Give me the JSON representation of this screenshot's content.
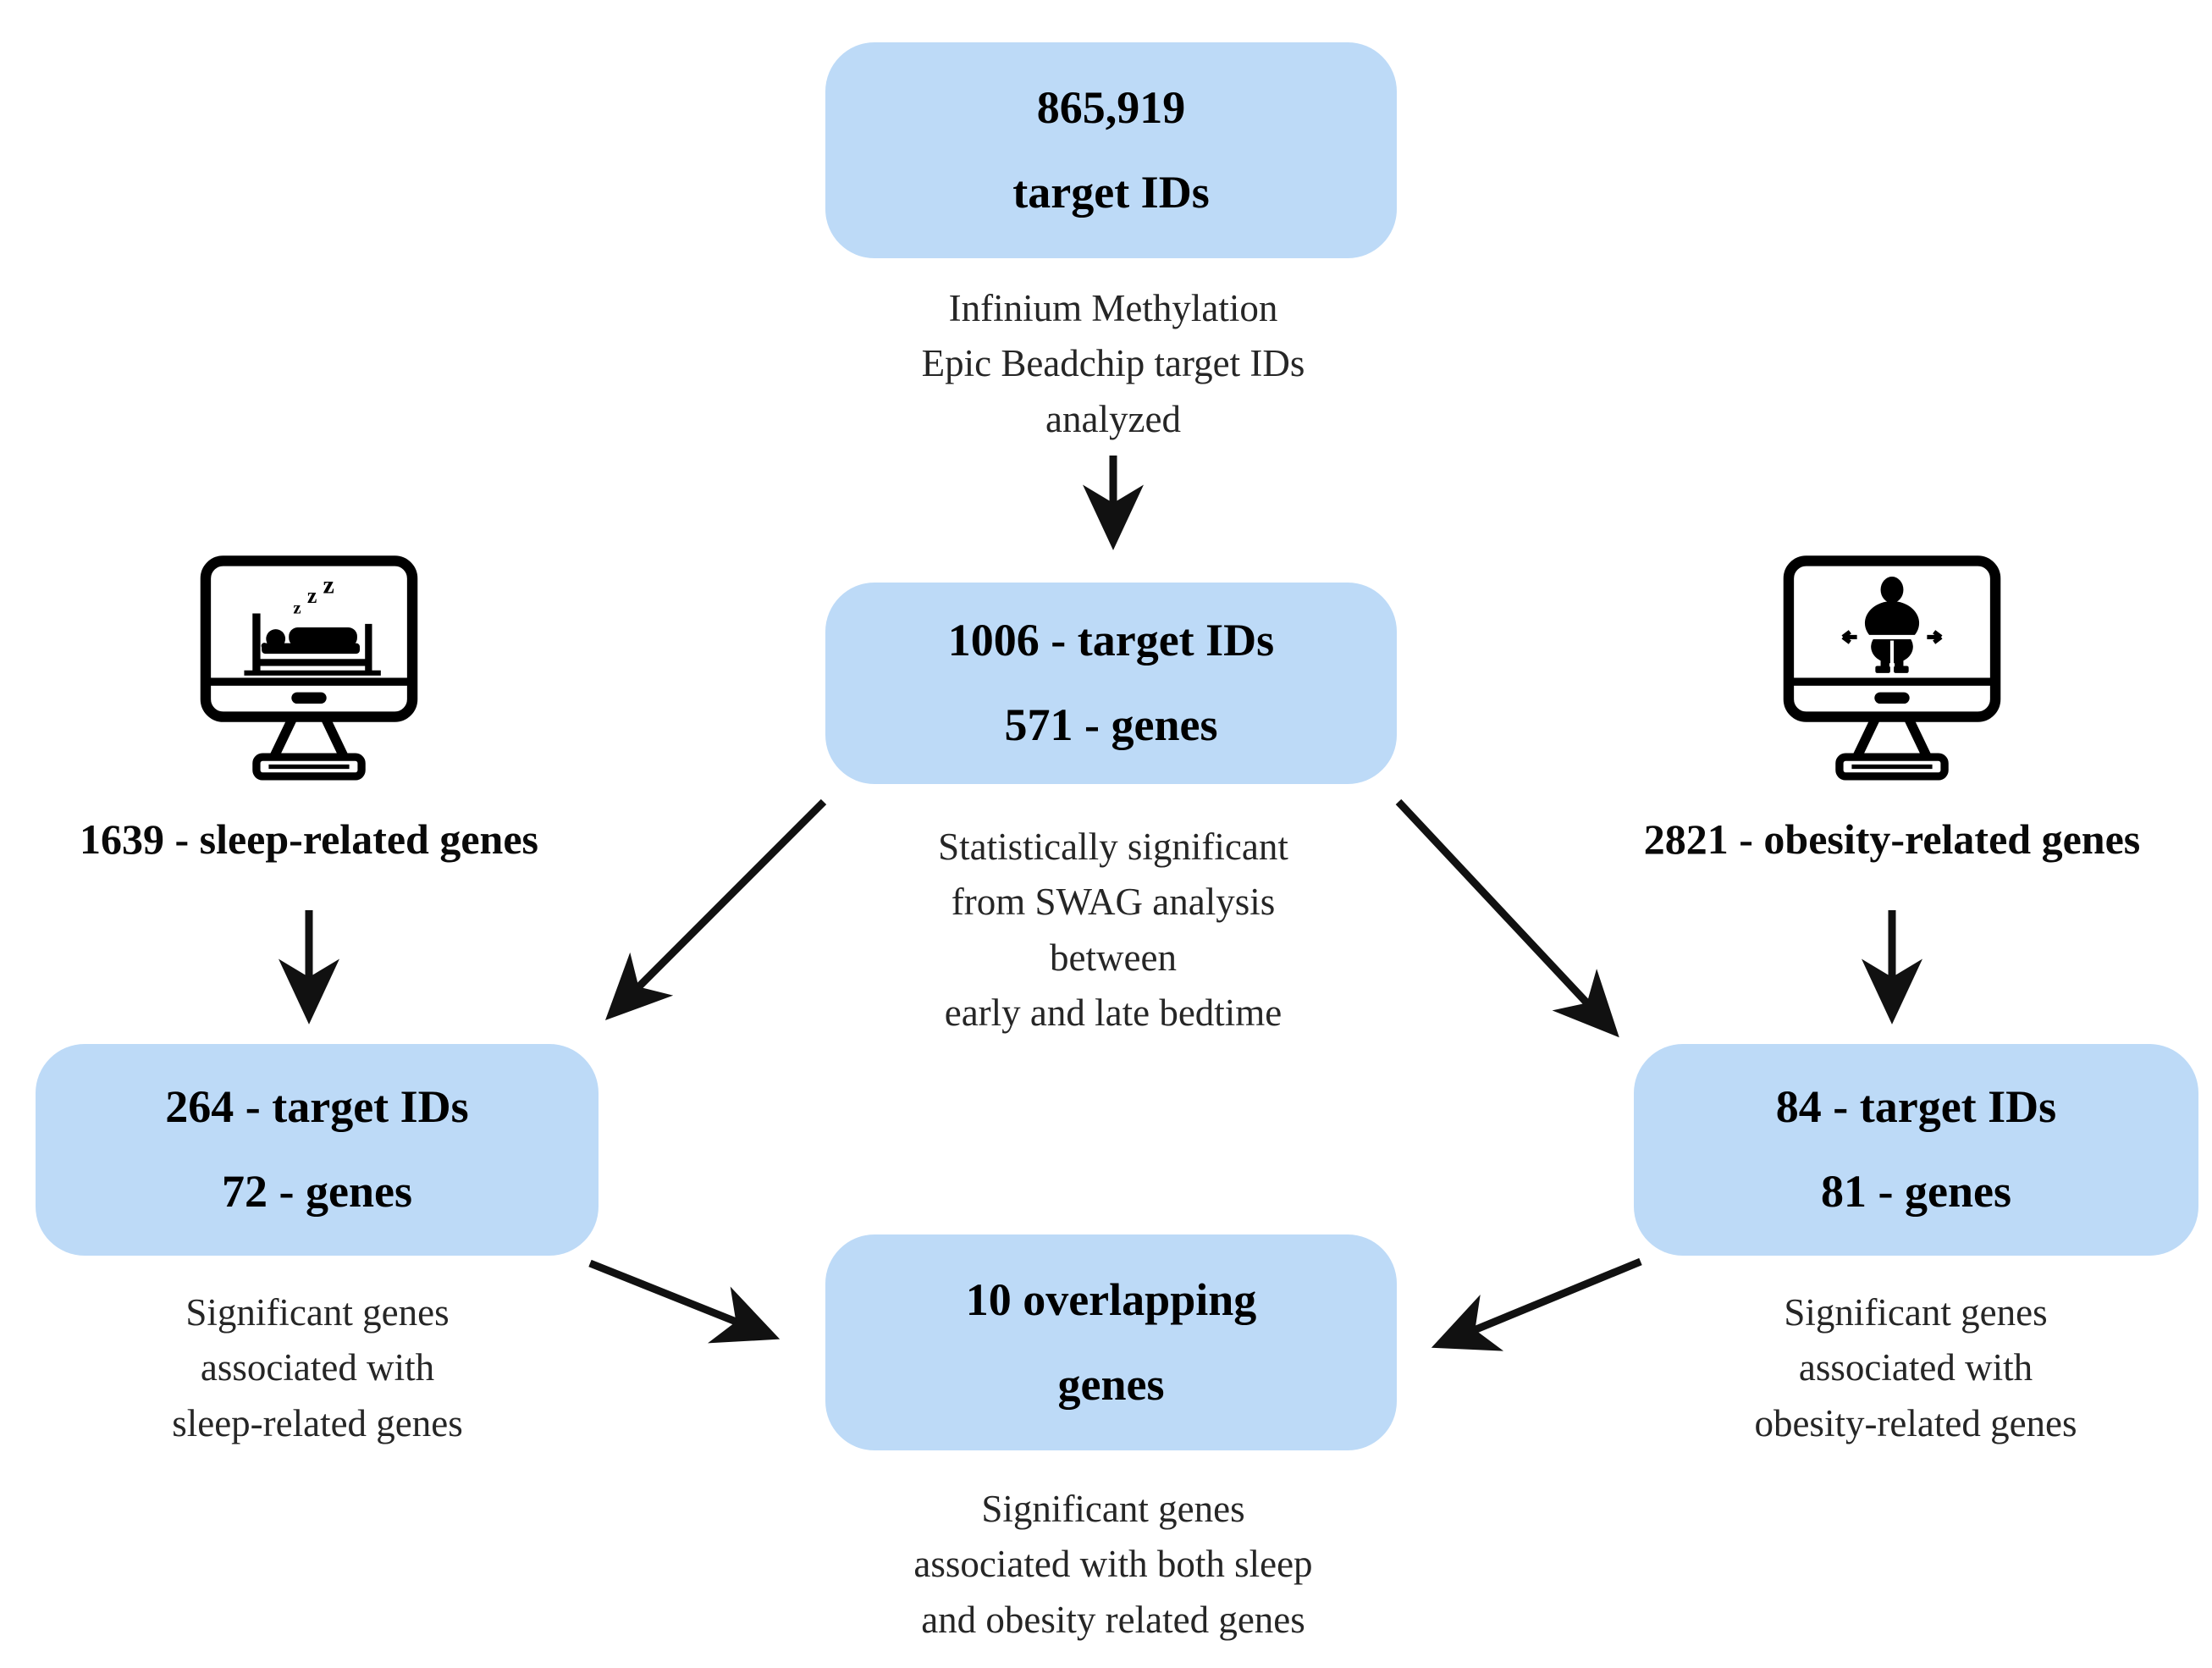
{
  "figure": {
    "background": "#ffffff",
    "box_fill": "#BDDAF7",
    "arrow_color": "#111111",
    "text_color": "#000000",
    "caption_color": "#262626"
  },
  "nodes": {
    "total": {
      "line1": "865,919",
      "line2": "target IDs",
      "caption": [
        "Infinium Methylation",
        "Epic Beadchip target IDs",
        "analyzed"
      ]
    },
    "swag": {
      "line1": "1006 - target IDs",
      "line2": "571 - genes",
      "caption": [
        "Statistically significant",
        "from SWAG analysis",
        "between",
        "early and late bedtime"
      ]
    },
    "sleep": {
      "line1": "264 - target IDs",
      "line2": "72 - genes",
      "caption": [
        "Significant genes",
        "associated with",
        "sleep-related genes"
      ]
    },
    "obesity": {
      "line1": "84 - target IDs",
      "line2": "81 - genes",
      "caption": [
        "Significant genes",
        "associated with",
        "obesity-related genes"
      ]
    },
    "overlap": {
      "line1": "10 overlapping",
      "line2": "genes",
      "caption": [
        "Significant genes",
        "associated with both sleep",
        "and obesity related genes"
      ]
    }
  },
  "labels": {
    "sleep_source": "1639 - sleep-related genes",
    "obesity_source": "2821 - obesity-related genes"
  },
  "icons": {
    "sleep_monitor": "computer monitor showing person sleeping in bed",
    "obesity_monitor": "computer monitor showing obese person with width arrows",
    "zzz": [
      "z",
      "z",
      "z"
    ]
  }
}
